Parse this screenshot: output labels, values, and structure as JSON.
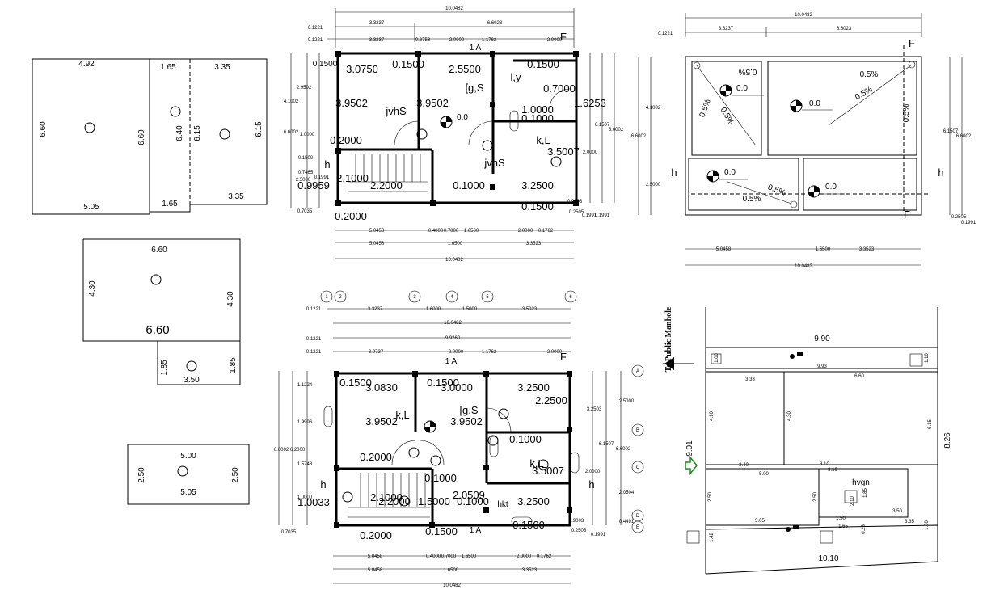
{
  "site_plans": {
    "a": {
      "top_left": "4.92",
      "top_mid": "1.65",
      "top_right": "3.35",
      "left": "6.60",
      "mid1": "6.60",
      "mid2": "6.40",
      "mid3": "6.15",
      "right": "6.15",
      "bottom_left": "5.05",
      "bottom_mid": "1.65",
      "bottom_right": "3.35"
    },
    "b": {
      "top": "6.60",
      "left": "4.30",
      "right": "4.30",
      "center": "6.60",
      "ext_left": "1.85",
      "ext_right": "1.85",
      "ext_bottom": "3.50"
    },
    "c": {
      "top": "5.00",
      "left": "2.50",
      "right": "2.50",
      "bottom": "5.05"
    }
  },
  "plan_top": {
    "dims_top": [
      "10.0482",
      "3.3237",
      "6.6023",
      "0.1221",
      "0.1221",
      "3.3237",
      "0.6758",
      "2.0000",
      "1.1762",
      "2.0000"
    ],
    "dims_bottom": [
      "5.0458",
      "0.4000",
      "0.7000",
      "1.6500",
      "2.0000",
      "0.1762",
      "5.0458",
      "1.6500",
      "3.3523",
      "10.0482"
    ],
    "dims_left": [
      "0.1500",
      "2.9502",
      "4.1002",
      "6.6002",
      "1.0000",
      "0.1500",
      "0.7465",
      "2.5000",
      "0.1991",
      "0.7035"
    ],
    "dims_right": [
      "6.1507",
      "6.6002",
      "2.0000",
      "0.9003",
      "0.2505",
      "0.1991",
      "0.1991"
    ],
    "labels": [
      "3.0750",
      "0.1500",
      "3.9502",
      "3.9502",
      "jvhS",
      "[g,S",
      "0.0",
      "l,y",
      "0.7000",
      "1.6253",
      "1.0000",
      "0.1000",
      "k,L",
      "3.5007",
      "jvhS",
      "0.2000",
      "2.1000",
      "0.9959",
      "2.2000",
      "0.1000",
      "3.2500",
      "0.1500",
      "0.2000",
      "h",
      "1 A",
      "F",
      "2.5500",
      "0.1500"
    ]
  },
  "roof_plan": {
    "dims_top": [
      "10.0482",
      "0.1221",
      "3.3237",
      "6.6023"
    ],
    "dims_bottom": [
      "5.0458",
      "1.6500",
      "3.3523",
      "10.0482"
    ],
    "dims_left": [
      "4.1002",
      "6.6002",
      "2.5000"
    ],
    "dims_right": [
      "6.1507",
      "6.6002",
      "0.2505",
      "0.1991"
    ],
    "slopes": [
      "0.5%",
      "0.5%",
      "0.5%",
      "0.5%",
      "0.5%",
      "0.5%",
      "0.5%",
      "0.5%"
    ],
    "levels": [
      "0.0",
      "0.0",
      "0.0",
      "0.0"
    ],
    "markers": [
      "F",
      "F",
      "h",
      "h"
    ]
  },
  "plan_bottom": {
    "grid_numbers": [
      "1",
      "2",
      "3",
      "4",
      "5",
      "6"
    ],
    "grid_letters": [
      "A",
      "B",
      "C",
      "D",
      "E"
    ],
    "dims_top": [
      "0.1221",
      "3.3237",
      "1.6000",
      "1.5000",
      "3.5023",
      "10.0482",
      "0.1221",
      "9.9260",
      "0.1221",
      "3.9737",
      "2.0000",
      "1.1762",
      "2.0000"
    ],
    "dims_bottom": [
      "5.0458",
      "0.4000",
      "0.7000",
      "1.6500",
      "2.0000",
      "0.1762",
      "5.0458",
      "1.6500",
      "3.3523",
      "10.0482"
    ],
    "dims_left": [
      "1.1224",
      "1.9996",
      "6.6002",
      "6.2000",
      "1.5748",
      "1.0000",
      "0.7035"
    ],
    "dims_right": [
      "2.5000",
      "3.2503",
      "6.1507",
      "6.6002",
      "2.0000",
      "2.0504",
      "0.9003",
      "0.4491",
      "0.2505",
      "0.1991"
    ],
    "labels": [
      "0.1500",
      "3.0830",
      "3.0000",
      "0.1500",
      "3.2500",
      "2.2500",
      "3.9502",
      "k,L",
      "[g,S",
      "3.9502",
      "0.1000",
      "0.2000",
      "0.1000",
      "2.0509",
      "3.5007",
      "k,L",
      "1.0033",
      "2.1000",
      "2.2000",
      "1.5000",
      "0.1000",
      "3.2500",
      "0.2000",
      "0.1500",
      "0.1500",
      "h",
      "h",
      "F",
      "1 A",
      "1 A",
      "hkt"
    ]
  },
  "site_layout": {
    "manhole": "To Public Manhole",
    "top": "9.90",
    "inner_top": "9.93",
    "room1": "3.33",
    "room2": "6.60",
    "left_dim": "4.10",
    "mid_dim": "4.30",
    "right_dim": "6.15",
    "outer_left": "9.01",
    "outer_right": "8.26",
    "r3": "3.40",
    "r4": "3.10",
    "r4b": "3.10",
    "r5": "5.00",
    "r6": "2.50",
    "r7": "2.50",
    "r8": "5.05",
    "r9": "1.50",
    "r10": "1.65",
    "r11": "3.35",
    "r12": "3.50",
    "r13": "1.85",
    "r14": "2.10",
    "r15": "0.25",
    "r16": "1.00",
    "r17": "1.00",
    "r18": "1.10",
    "r19": "1.42",
    "bottom": "10.10",
    "hvgn": "hvgn"
  }
}
